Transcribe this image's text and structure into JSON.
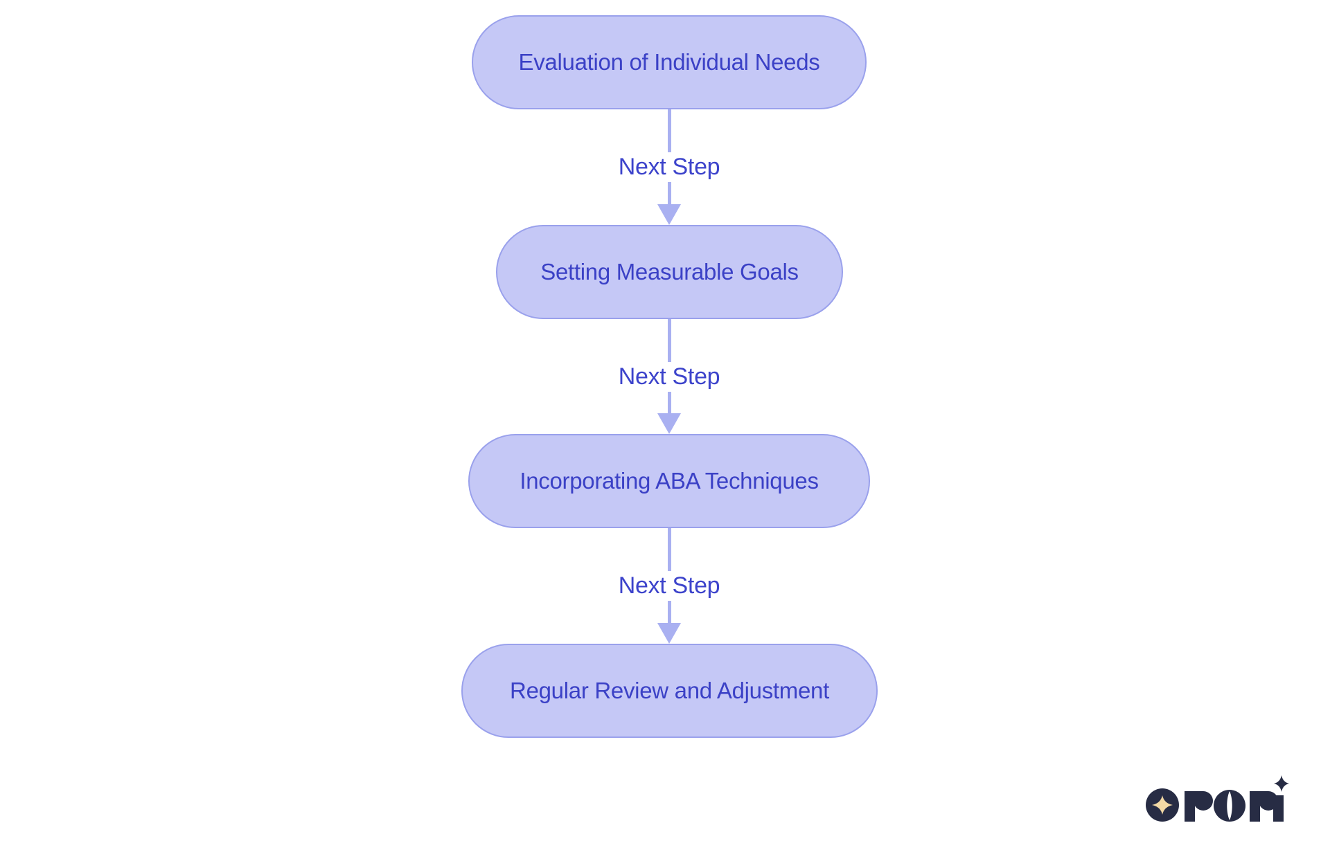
{
  "flow": {
    "nodes": [
      {
        "label": "Evaluation of Individual Needs"
      },
      {
        "label": "Setting Measurable Goals"
      },
      {
        "label": "Incorporating ABA Techniques"
      },
      {
        "label": "Regular Review and Adjustment"
      }
    ],
    "edges": [
      {
        "label": "Next Step"
      },
      {
        "label": "Next Step"
      },
      {
        "label": "Next Step"
      }
    ]
  },
  "logo": {
    "brand": "rori",
    "sparkle_icon": "four-point-star"
  },
  "colors": {
    "background": "#ffffff",
    "node_fill": "#c5c8f6",
    "node_border": "#9aa1ec",
    "node_text": "#3b41c6",
    "edge_line": "#a9b0f1",
    "edge_label_text": "#3c43cb",
    "logo_navy": "#272c44",
    "logo_gold": "#f3d9a5"
  }
}
